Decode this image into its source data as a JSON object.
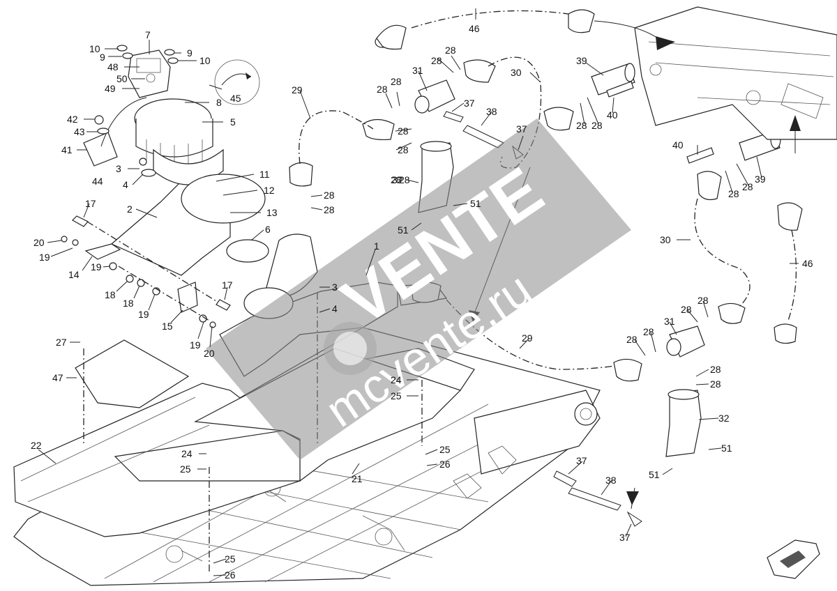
{
  "watermark": {
    "brand": "VENTE",
    "url": "mcvente.ru"
  },
  "callouts": [
    {
      "id": "c7",
      "text": "7"
    },
    {
      "id": "c10a",
      "text": "10"
    },
    {
      "id": "c9a",
      "text": "9"
    },
    {
      "id": "c9b",
      "text": "9"
    },
    {
      "id": "c10b",
      "text": "10"
    },
    {
      "id": "c48",
      "text": "48"
    },
    {
      "id": "c50",
      "text": "50"
    },
    {
      "id": "c49",
      "text": "49"
    },
    {
      "id": "c8",
      "text": "8"
    },
    {
      "id": "c45",
      "text": "45"
    },
    {
      "id": "c42",
      "text": "42"
    },
    {
      "id": "c43",
      "text": "43"
    },
    {
      "id": "c5",
      "text": "5"
    },
    {
      "id": "c41",
      "text": "41"
    },
    {
      "id": "c44",
      "text": "44"
    },
    {
      "id": "c3a",
      "text": "3"
    },
    {
      "id": "c4a",
      "text": "4"
    },
    {
      "id": "c11",
      "text": "11"
    },
    {
      "id": "c12",
      "text": "12"
    },
    {
      "id": "c13",
      "text": "13"
    },
    {
      "id": "c2",
      "text": "2"
    },
    {
      "id": "c17a",
      "text": "17"
    },
    {
      "id": "c6",
      "text": "6"
    },
    {
      "id": "c20a",
      "text": "20"
    },
    {
      "id": "c19a",
      "text": "19"
    },
    {
      "id": "c14",
      "text": "14"
    },
    {
      "id": "c19b",
      "text": "19"
    },
    {
      "id": "c18a",
      "text": "18"
    },
    {
      "id": "c18b",
      "text": "18"
    },
    {
      "id": "c19c",
      "text": "19"
    },
    {
      "id": "c15",
      "text": "15"
    },
    {
      "id": "c17b",
      "text": "17"
    },
    {
      "id": "c19d",
      "text": "19"
    },
    {
      "id": "c20b",
      "text": "20"
    },
    {
      "id": "c27",
      "text": "27"
    },
    {
      "id": "c47",
      "text": "47"
    },
    {
      "id": "c22",
      "text": "22"
    },
    {
      "id": "c24a",
      "text": "24"
    },
    {
      "id": "c25a",
      "text": "25"
    },
    {
      "id": "c21",
      "text": "21"
    },
    {
      "id": "c25b",
      "text": "25"
    },
    {
      "id": "c26a",
      "text": "26"
    },
    {
      "id": "c25c",
      "text": "25"
    },
    {
      "id": "c26b",
      "text": "26"
    },
    {
      "id": "c24b",
      "text": "24"
    },
    {
      "id": "c25d",
      "text": "25"
    },
    {
      "id": "c1",
      "text": "1"
    },
    {
      "id": "c3b",
      "text": "3"
    },
    {
      "id": "c4b",
      "text": "4"
    },
    {
      "id": "c28a",
      "text": "28"
    },
    {
      "id": "c28b",
      "text": "28"
    },
    {
      "id": "c29a",
      "text": "29"
    },
    {
      "id": "c28c",
      "text": "28"
    },
    {
      "id": "c28d",
      "text": "28"
    },
    {
      "id": "c28e",
      "text": "28"
    },
    {
      "id": "c28f",
      "text": "28"
    },
    {
      "id": "c31a",
      "text": "31"
    },
    {
      "id": "c28g",
      "text": "28"
    },
    {
      "id": "c28h",
      "text": "28"
    },
    {
      "id": "c28i",
      "text": "28"
    },
    {
      "id": "c28j",
      "text": "28"
    },
    {
      "id": "c32a",
      "text": "32"
    },
    {
      "id": "c51a",
      "text": "51"
    },
    {
      "id": "c51b",
      "text": "51"
    },
    {
      "id": "c37a",
      "text": "37"
    },
    {
      "id": "c38a",
      "text": "38"
    },
    {
      "id": "c37b",
      "text": "37"
    },
    {
      "id": "c46a",
      "text": "46"
    },
    {
      "id": "c30a",
      "text": "30"
    },
    {
      "id": "c39a",
      "text": "39"
    },
    {
      "id": "c28k",
      "text": "28"
    },
    {
      "id": "c28l",
      "text": "28"
    },
    {
      "id": "c40a",
      "text": "40"
    },
    {
      "id": "c40b",
      "text": "40"
    },
    {
      "id": "c28m",
      "text": "28"
    },
    {
      "id": "c28n",
      "text": "28"
    },
    {
      "id": "c39b",
      "text": "39"
    },
    {
      "id": "c30b",
      "text": "30"
    },
    {
      "id": "c46b",
      "text": "46"
    },
    {
      "id": "c29b",
      "text": "29"
    },
    {
      "id": "c28o",
      "text": "28"
    },
    {
      "id": "c28p",
      "text": "28"
    },
    {
      "id": "c31b",
      "text": "31"
    },
    {
      "id": "c28q",
      "text": "28"
    },
    {
      "id": "c28r",
      "text": "28"
    },
    {
      "id": "c28s",
      "text": "28"
    },
    {
      "id": "c28t",
      "text": "28"
    },
    {
      "id": "c32b",
      "text": "32"
    },
    {
      "id": "c51c",
      "text": "51"
    },
    {
      "id": "c51d",
      "text": "51"
    },
    {
      "id": "c37c",
      "text": "37"
    },
    {
      "id": "c38b",
      "text": "38"
    },
    {
      "id": "c37d",
      "text": "37"
    }
  ]
}
